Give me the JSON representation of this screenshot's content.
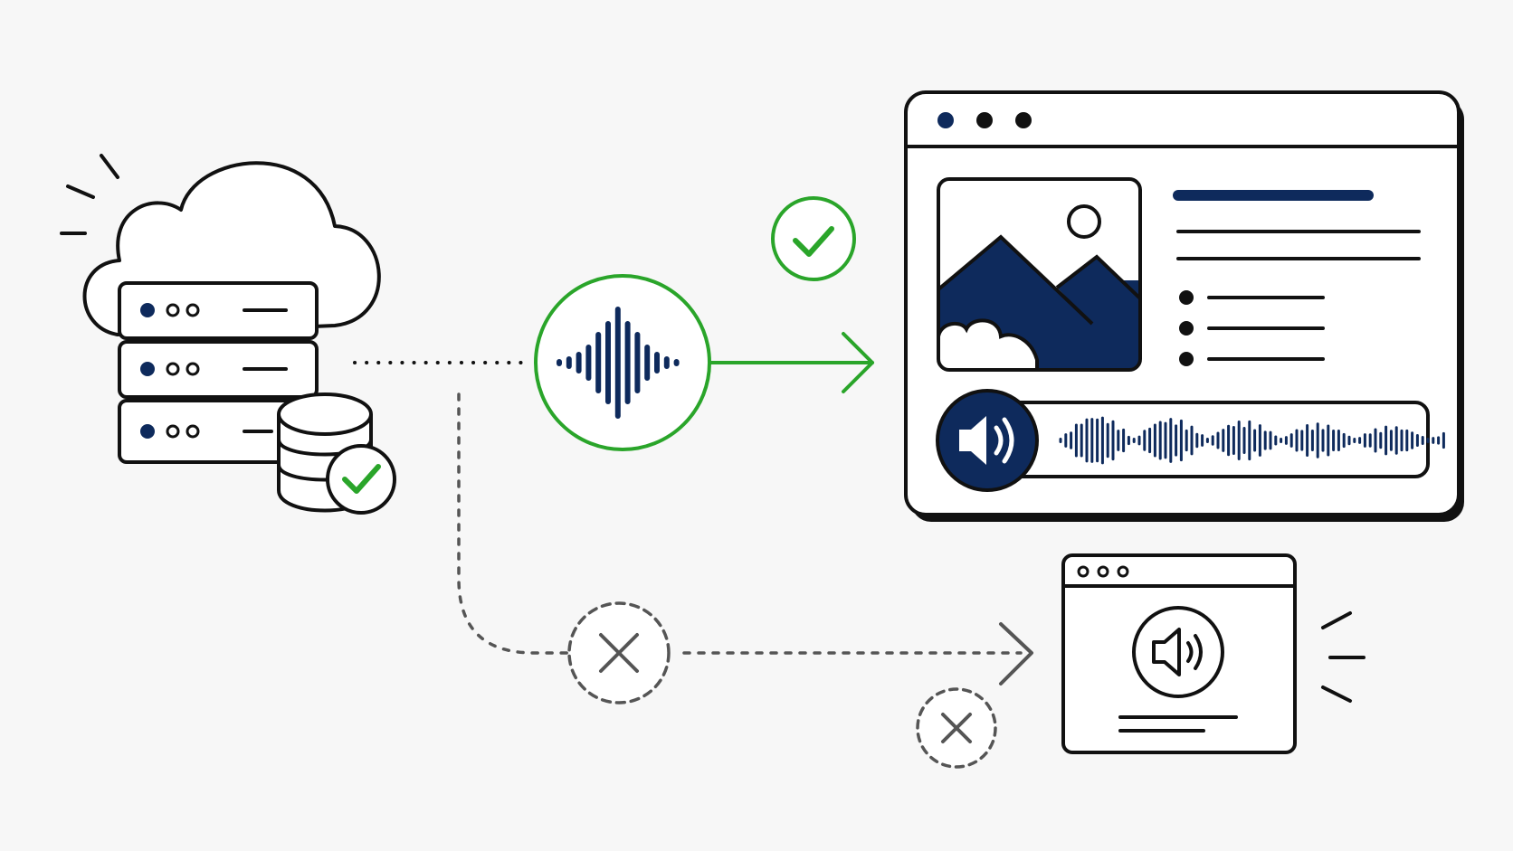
{
  "diagram": {
    "colors": {
      "background": "#f7f7f7",
      "ink": "#111111",
      "navy": "#0e2a5c",
      "success": "#2aa52a",
      "muted": "#555555"
    },
    "icons": {
      "source": "cloud-server-stack-icon",
      "storage": "database-check-icon",
      "signal": "audio-waveform-icon",
      "success_badge": "check-circle-icon",
      "failure_badge": "x-circle-icon",
      "primary_target": "browser-window-with-audio-player-icon",
      "secondary_target": "small-browser-window-speaker-icon"
    },
    "flows": {
      "primary": {
        "style": "dotted-then-solid",
        "status": "success"
      },
      "fallback": {
        "style": "dashed",
        "status": "failed"
      }
    }
  }
}
